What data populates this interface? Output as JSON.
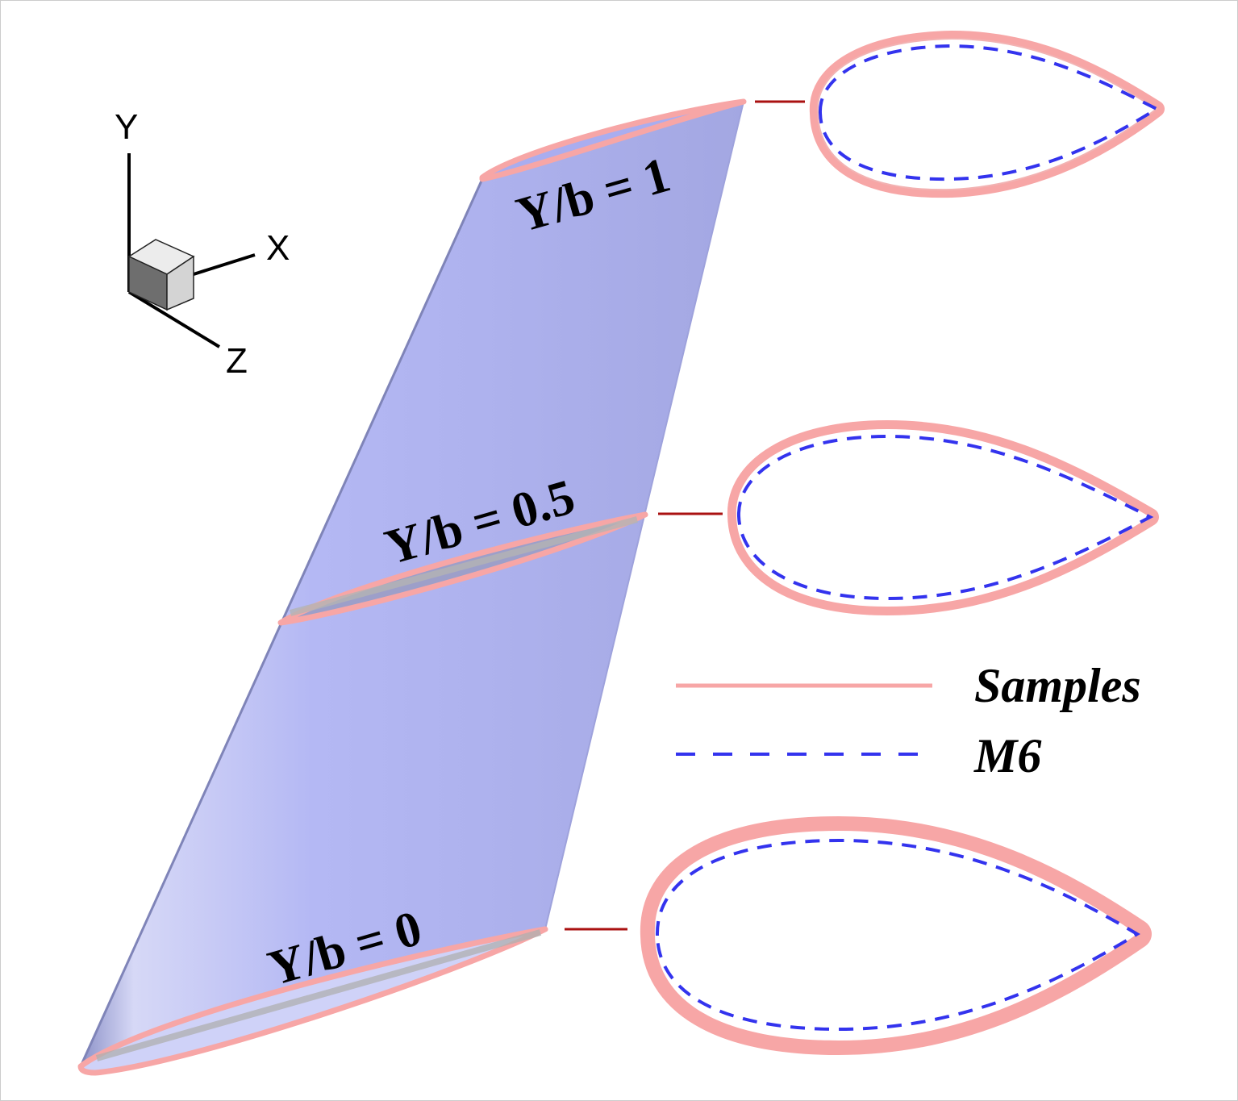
{
  "axes": {
    "y_label": "Y",
    "x_label": "X",
    "z_label": "Z"
  },
  "stations": [
    {
      "label": "Y/b = 1"
    },
    {
      "label": "Y/b = 0.5"
    },
    {
      "label": "Y/b = 0"
    }
  ],
  "legend": {
    "samples_label": "Samples",
    "m6_label": "M6"
  },
  "colors": {
    "wing_surface": "#b0b4f0",
    "wing_edge": "#7f84b8",
    "samples": "#f7a6a6",
    "m6": "#3333ee",
    "connector": "#aa1111",
    "cube_front": "#d6d6d6",
    "cube_side": "#707070"
  }
}
